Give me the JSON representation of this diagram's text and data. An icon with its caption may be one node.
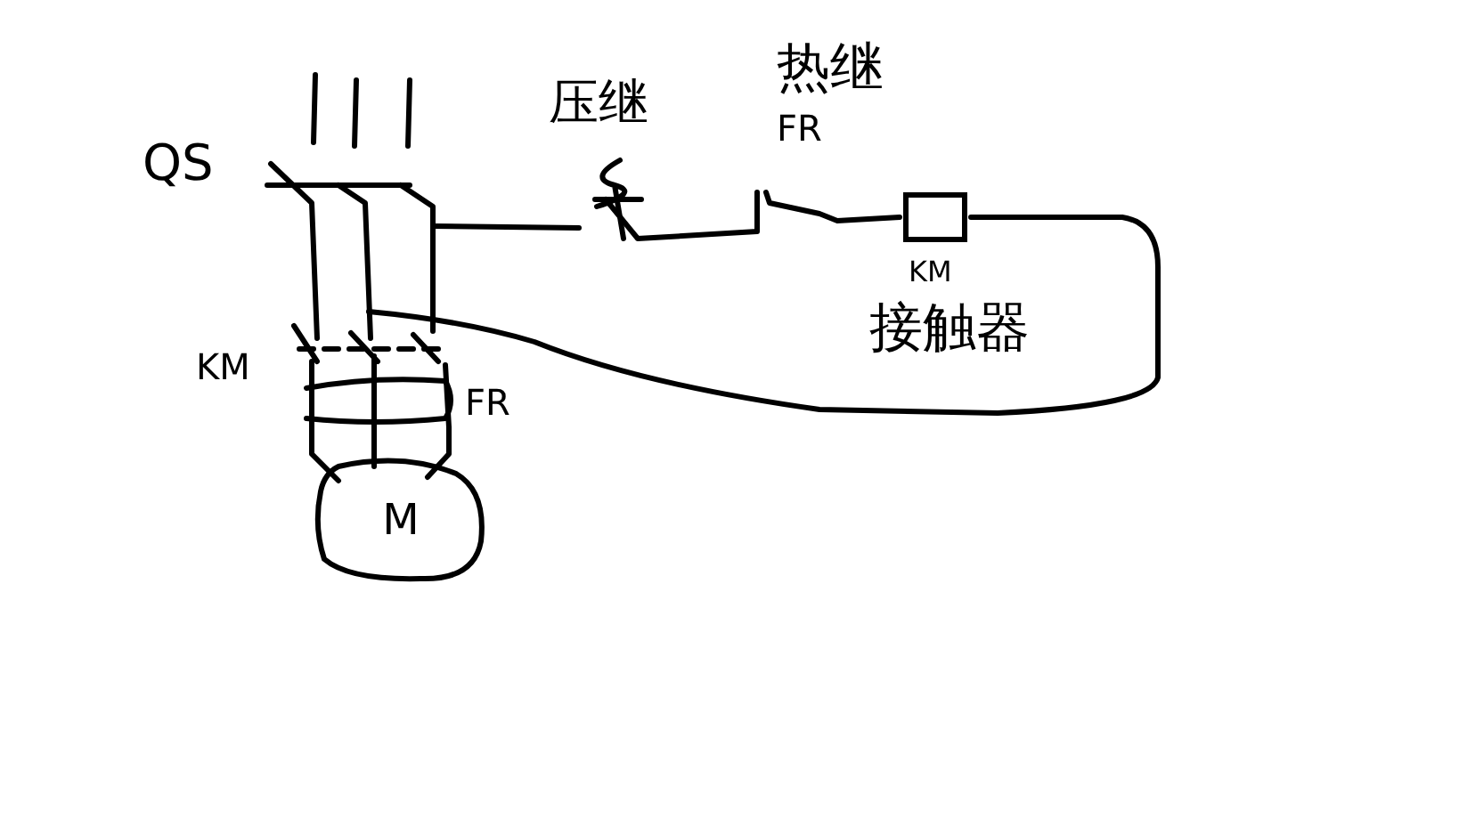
{
  "diagram": {
    "nodes": [
      {
        "text": [
          "M"
        ]
      },
      {
        "text": [],
        "shape": "box",
        "beside": [
          "KM",
          "接触器"
        ]
      }
    ],
    "labels": [
      "QS",
      "压继",
      "热继",
      "FR",
      "KM",
      "FR"
    ]
  }
}
